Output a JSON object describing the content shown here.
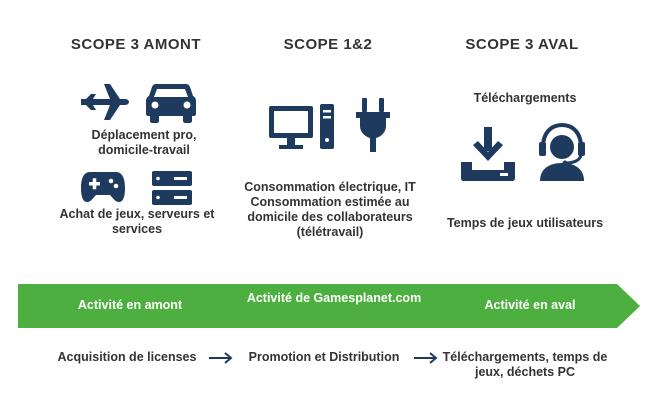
{
  "columns": {
    "amont": {
      "title": "SCOPE 3 AMONT",
      "label1": "Déplacement pro, domicile-travail",
      "label2": "Achat de jeux, serveurs et services"
    },
    "scope12": {
      "title": "SCOPE 1&2",
      "label1": "Consommation électrique, IT Consommation estimée au domicile des collaborateurs (télétravail)"
    },
    "aval": {
      "title": "SCOPE 3 AVAL",
      "label1": "Téléchargements",
      "label2": "Temps de jeux utilisateurs"
    }
  },
  "chain": {
    "step1": "Activité en amont",
    "step2": "Activité de Gamesplanet.com",
    "step3": "Activité en aval"
  },
  "flow": {
    "item1": "Acquisition de licenses",
    "item2": "Promotion et Distribution",
    "item3": "Téléchargements, temps de jeux, déchets PC"
  },
  "colors": {
    "icon": "#1f3a5f",
    "arrow_green": "#4caf3f",
    "text": "#333333"
  }
}
